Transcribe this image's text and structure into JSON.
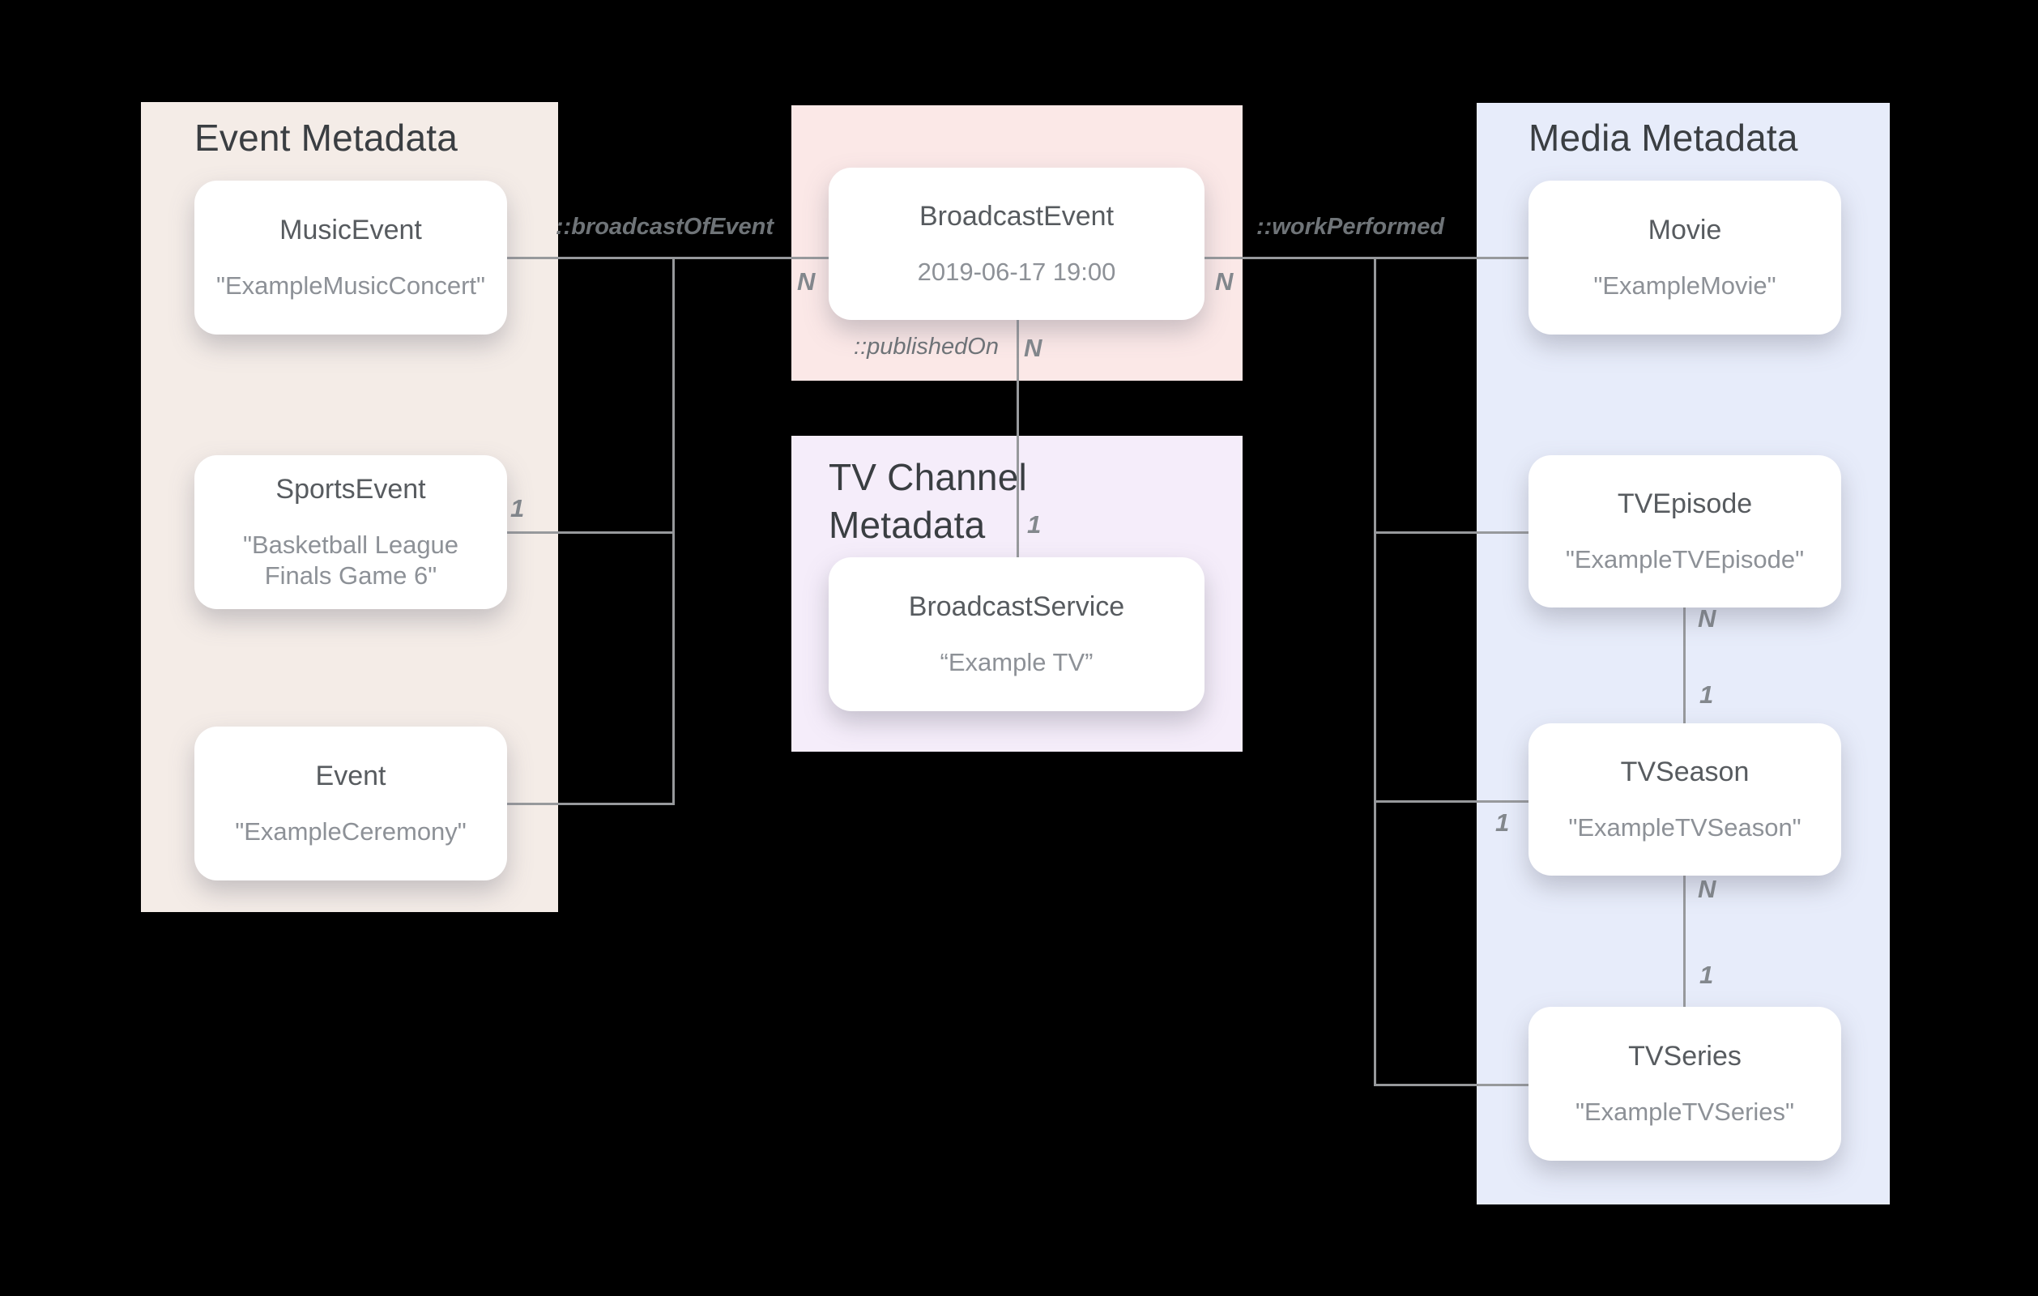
{
  "diagram": {
    "background": "#000000",
    "line_color": "#97999c",
    "panels": {
      "event": {
        "title": "Event Metadata",
        "color": "#F4ECE7"
      },
      "broadcast": {
        "title": "",
        "color": "#FBE8E7"
      },
      "tv_channel": {
        "title": "TV Channel Metadata",
        "color": "#F5EDFA"
      },
      "media": {
        "title": "Media Metadata",
        "color": "#E7ECFA"
      }
    },
    "nodes": {
      "music_event": {
        "name": "MusicEvent",
        "value": "\"ExampleMusicConcert\""
      },
      "sports_event": {
        "name": "SportsEvent",
        "value": "\"Basketball League Finals Game 6\""
      },
      "event": {
        "name": "Event",
        "value": "\"ExampleCeremony\""
      },
      "broadcast_event": {
        "name": "BroadcastEvent",
        "value": "2019-06-17 19:00"
      },
      "broadcast_service": {
        "name": "BroadcastService",
        "value": "“Example TV”"
      },
      "movie": {
        "name": "Movie",
        "value": "\"ExampleMovie\""
      },
      "tv_episode": {
        "name": "TVEpisode",
        "value": "\"ExampleTVEpisode\""
      },
      "tv_season": {
        "name": "TVSeason",
        "value": "\"ExampleTVSeason\""
      },
      "tv_series": {
        "name": "TVSeries",
        "value": "\"ExampleTVSeries\""
      }
    },
    "relations": {
      "broadcast_of_event": "::broadcastOfEvent",
      "work_performed": "::workPerformed",
      "published_on": "::publishedOn"
    },
    "cardinalities": {
      "n_broadcast_left": "N",
      "n_broadcast_right": "N",
      "n_published": "N",
      "one_published": "1",
      "one_sports": "1",
      "one_tv_season": "1",
      "n_episode_season": "N",
      "one_episode_season": "1",
      "n_season_series": "N",
      "one_season_series": "1"
    }
  }
}
